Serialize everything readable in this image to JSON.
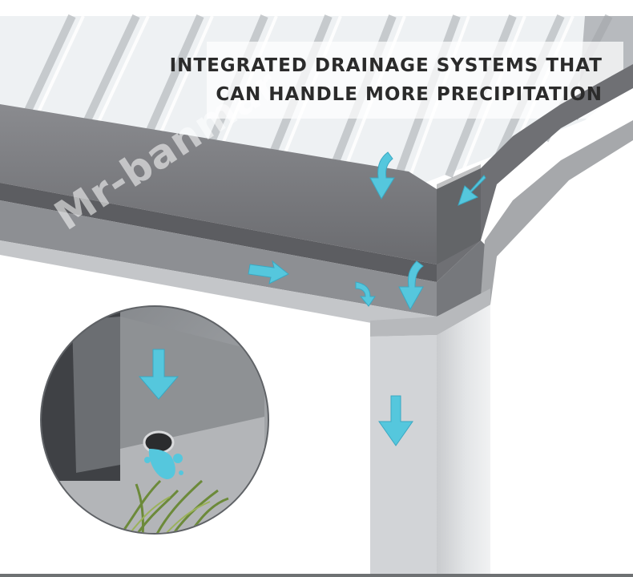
{
  "headline": {
    "line1": "INTEGRATED DRAINAGE SYSTEMS THAT",
    "line2": "CAN HANDLE MORE PRECIPITATION"
  },
  "watermark": "Mr-banmar",
  "colors": {
    "arrow": "#55c7dd",
    "frame": "#7d7e82",
    "frame_dark": "#616266",
    "roof_glass": "#e9ecef",
    "post": "#d7d9dc",
    "headline_text": "#2b2b2b"
  },
  "icons": [
    "water-flow-arrow-icon",
    "water-splash-icon",
    "drain-outlet-icon"
  ]
}
